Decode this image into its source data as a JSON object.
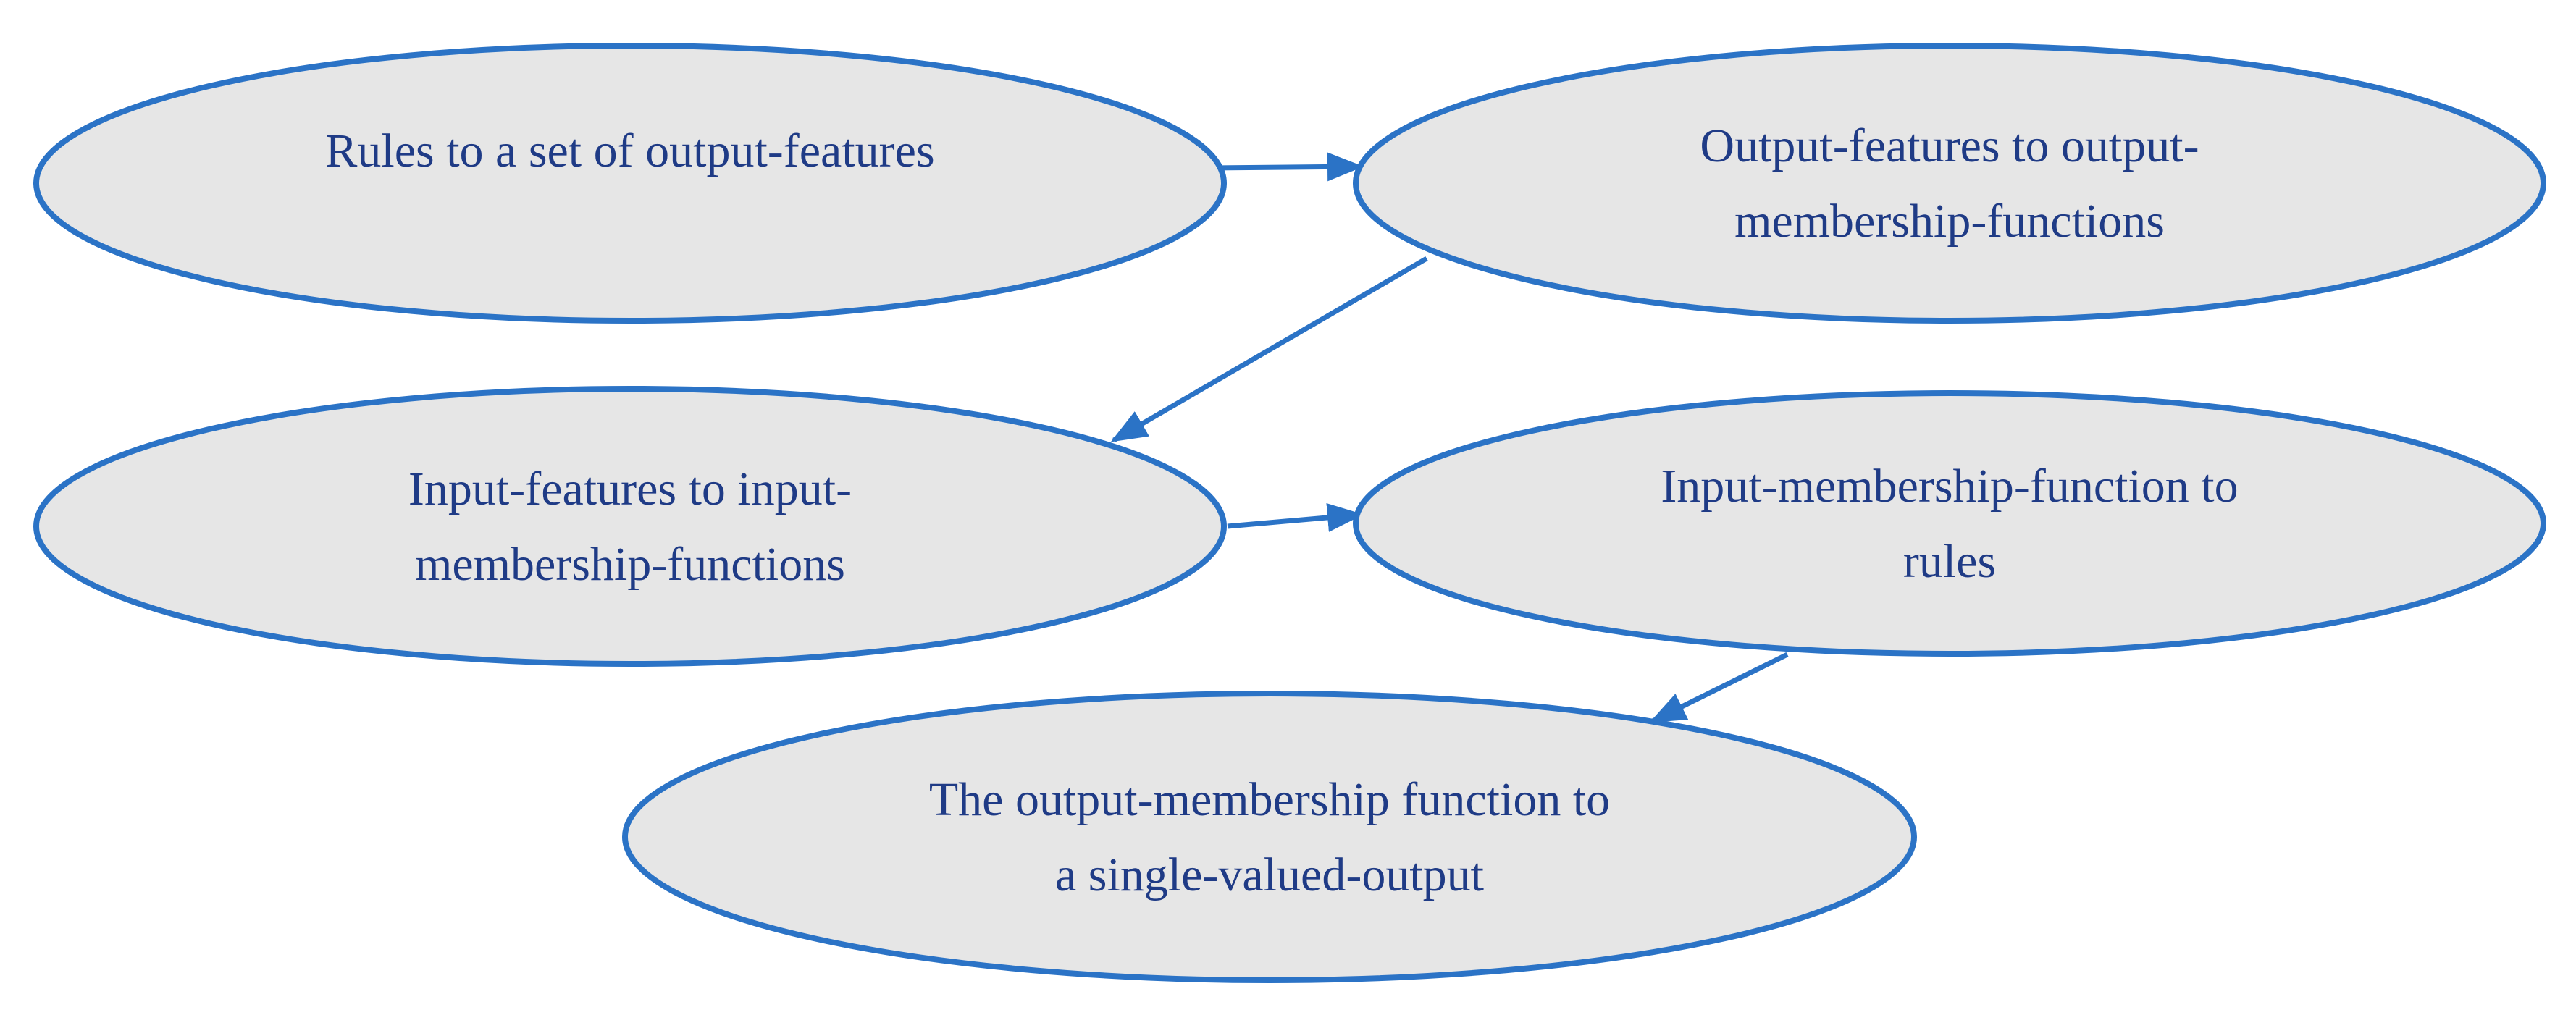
{
  "diagram": {
    "colors": {
      "node_fill": "#e6e6e6",
      "node_stroke": "#2b73c6",
      "arrow": "#2b73c6",
      "text": "#1f3b86"
    },
    "nodes": [
      {
        "id": "rules-to-output-features",
        "lines": [
          "Rules to a set of output-features"
        ]
      },
      {
        "id": "output-features-to-output-mf",
        "lines": [
          "Output-features to output-",
          "membership-functions"
        ]
      },
      {
        "id": "input-features-to-input-mf",
        "lines": [
          "Input-features to input-",
          "membership-functions"
        ]
      },
      {
        "id": "input-mf-to-rules",
        "lines": [
          "Input-membership-function to",
          "rules"
        ]
      },
      {
        "id": "output-mf-to-single-output",
        "lines": [
          "The output-membership function to",
          "a single-valued-output"
        ]
      }
    ],
    "edges": [
      {
        "from": "rules-to-output-features",
        "to": "output-features-to-output-mf"
      },
      {
        "from": "output-features-to-output-mf",
        "to": "input-features-to-input-mf"
      },
      {
        "from": "input-features-to-input-mf",
        "to": "input-mf-to-rules"
      },
      {
        "from": "input-mf-to-rules",
        "to": "output-mf-to-single-output"
      }
    ]
  }
}
